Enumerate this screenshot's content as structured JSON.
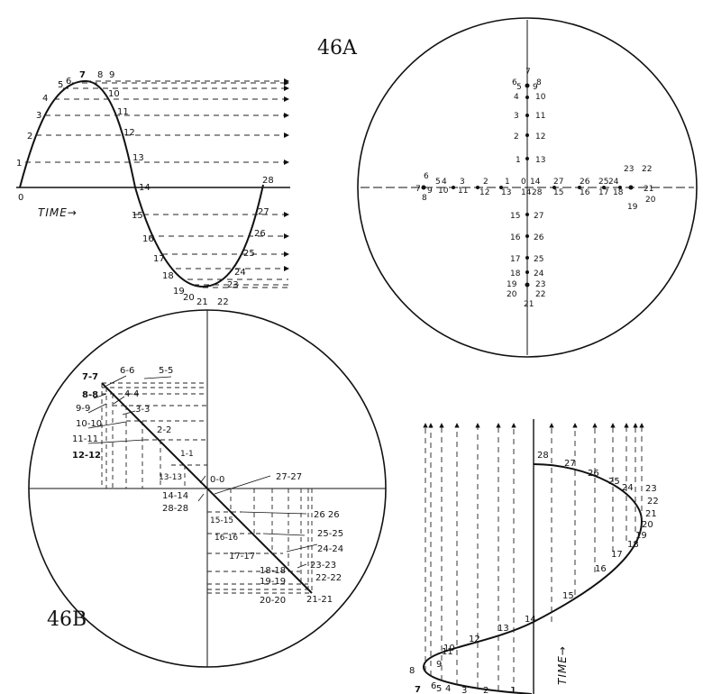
{
  "figure": {
    "label_a": "46A",
    "label_b": "46B",
    "time_label": "TIME→",
    "time_label_rot": "TIME→"
  },
  "wave": {
    "top_labels": [
      "1",
      "2",
      "3",
      "4",
      "5",
      "6",
      "7",
      "8",
      "9",
      "10",
      "11",
      "12",
      "13",
      "14"
    ],
    "bottom_labels": [
      "15",
      "16",
      "17",
      "18",
      "19",
      "20",
      "21",
      "22",
      "23",
      "24",
      "25",
      "26",
      "27",
      "28"
    ],
    "origin": "0"
  },
  "circle_a": {
    "horizontal_labels": [
      "7",
      "6",
      "5",
      "4",
      "3",
      "2",
      "1",
      "0",
      "27",
      "26",
      "25",
      "24",
      "23",
      "22",
      "21",
      "20"
    ],
    "horizontal_labels_low": [
      "8",
      "9",
      "10",
      "11",
      "12",
      "13",
      "14",
      "28",
      "15",
      "16",
      "17",
      "18",
      "19"
    ],
    "vertical_labels": [
      "7",
      "6",
      "8",
      "5",
      "9",
      "4",
      "10",
      "3",
      "11",
      "2",
      "12",
      "1",
      "13",
      "15",
      "27",
      "16",
      "26",
      "17",
      "25",
      "18",
      "24",
      "19",
      "23",
      "20",
      "22",
      "21"
    ],
    "center_labels": [
      "0",
      "14",
      "28"
    ]
  },
  "circle_b": {
    "pair_labels": [
      "7-7",
      "6-6",
      "5-5",
      "8-8",
      "4-4",
      "9-9",
      "3-3",
      "10-10",
      "2-2",
      "11-11",
      "12-12",
      "1-1",
      "13-13",
      "0-0",
      "27-27",
      "14-14",
      "28-28",
      "26 26",
      "15-15",
      "16-16",
      "25-25",
      "17-17",
      "24-24",
      "18-18",
      "23-23",
      "19-19",
      "22-22",
      "20-20",
      "21-21"
    ]
  },
  "trace": {
    "labels": [
      "28",
      "27",
      "26",
      "25",
      "24",
      "23",
      "22",
      "21",
      "20",
      "19",
      "18",
      "17",
      "16",
      "15",
      "14",
      "13",
      "12",
      "11",
      "10",
      "9",
      "8",
      "7",
      "6",
      "5",
      "4",
      "3",
      "2",
      "1"
    ]
  }
}
